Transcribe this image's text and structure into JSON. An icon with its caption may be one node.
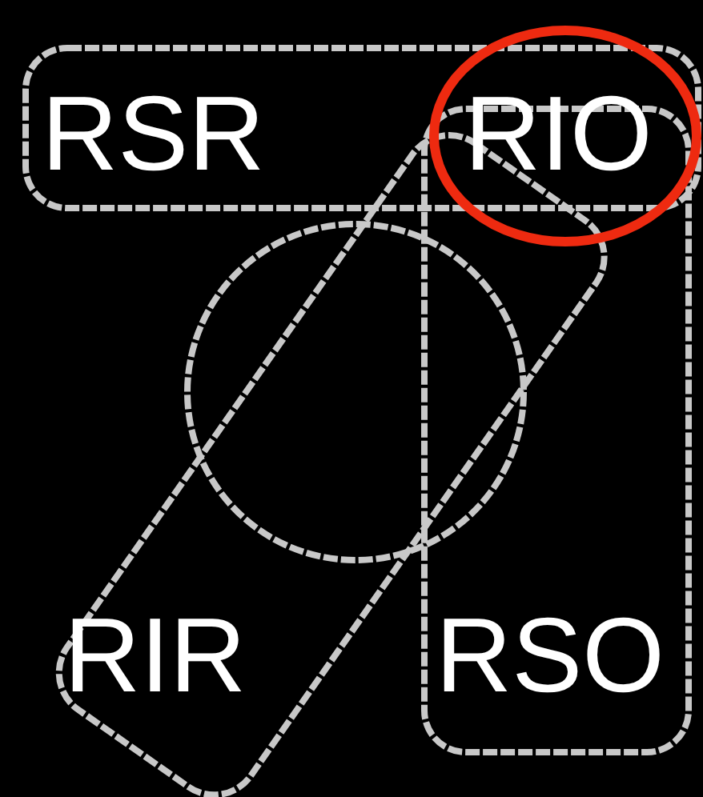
{
  "diagram": {
    "labels": [
      "RSR",
      "RIO",
      "RIR",
      "RSO"
    ]
  }
}
